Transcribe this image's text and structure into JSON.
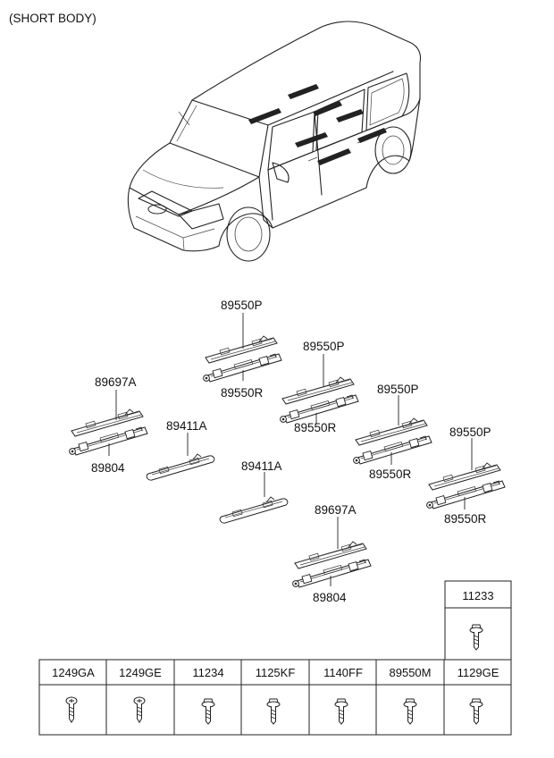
{
  "header": {
    "title": "(SHORT BODY)"
  },
  "callouts": [
    {
      "id": "c1",
      "label": "89550P"
    },
    {
      "id": "c2",
      "label": "89550R"
    },
    {
      "id": "c3",
      "label": "89550P"
    },
    {
      "id": "c4",
      "label": "89550R"
    },
    {
      "id": "c5",
      "label": "89697A"
    },
    {
      "id": "c6",
      "label": "89804"
    },
    {
      "id": "c7",
      "label": "89411A"
    },
    {
      "id": "c8",
      "label": "89550P"
    },
    {
      "id": "c9",
      "label": "89550R"
    },
    {
      "id": "c10",
      "label": "89411A"
    },
    {
      "id": "c11",
      "label": "89550P"
    },
    {
      "id": "c12",
      "label": "89550R"
    },
    {
      "id": "c13",
      "label": "89697A"
    },
    {
      "id": "c14",
      "label": "89804"
    }
  ],
  "fastener_table": {
    "top_cell": {
      "code": "11233",
      "icon": "flange-bolt-icon"
    },
    "bottom_row": [
      {
        "code": "1249GA",
        "icon": "phillips-screw-icon"
      },
      {
        "code": "1249GE",
        "icon": "phillips-screw-icon"
      },
      {
        "code": "11234",
        "icon": "flange-bolt-icon"
      },
      {
        "code": "1125KF",
        "icon": "flange-bolt-icon"
      },
      {
        "code": "1140FF",
        "icon": "flange-bolt-icon"
      },
      {
        "code": "89550M",
        "icon": "flange-bolt-icon"
      },
      {
        "code": "1129GE",
        "icon": "flange-bolt-icon"
      }
    ]
  }
}
